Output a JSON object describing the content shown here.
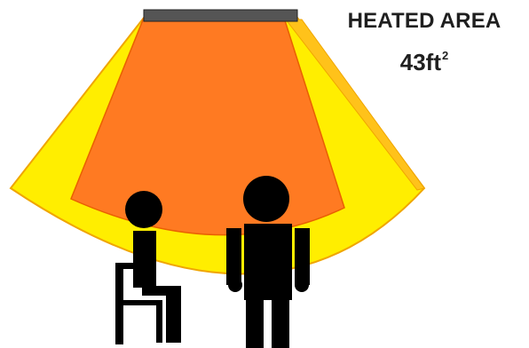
{
  "label": {
    "title": "HEATED AREA",
    "area_value": "43ft",
    "area_exponent": "2"
  },
  "colors": {
    "heater": "#555555",
    "outer_heat_zone": "#ffee00",
    "outer_heat_edge": "#f0a500",
    "inner_heat_zone": "#ff7a22",
    "inner_heat_edge": "#e96000",
    "people": "#000000",
    "text": "#1f1f1f"
  },
  "icons": [
    "heater-icon",
    "seated-person-icon",
    "standing-person-icon"
  ]
}
